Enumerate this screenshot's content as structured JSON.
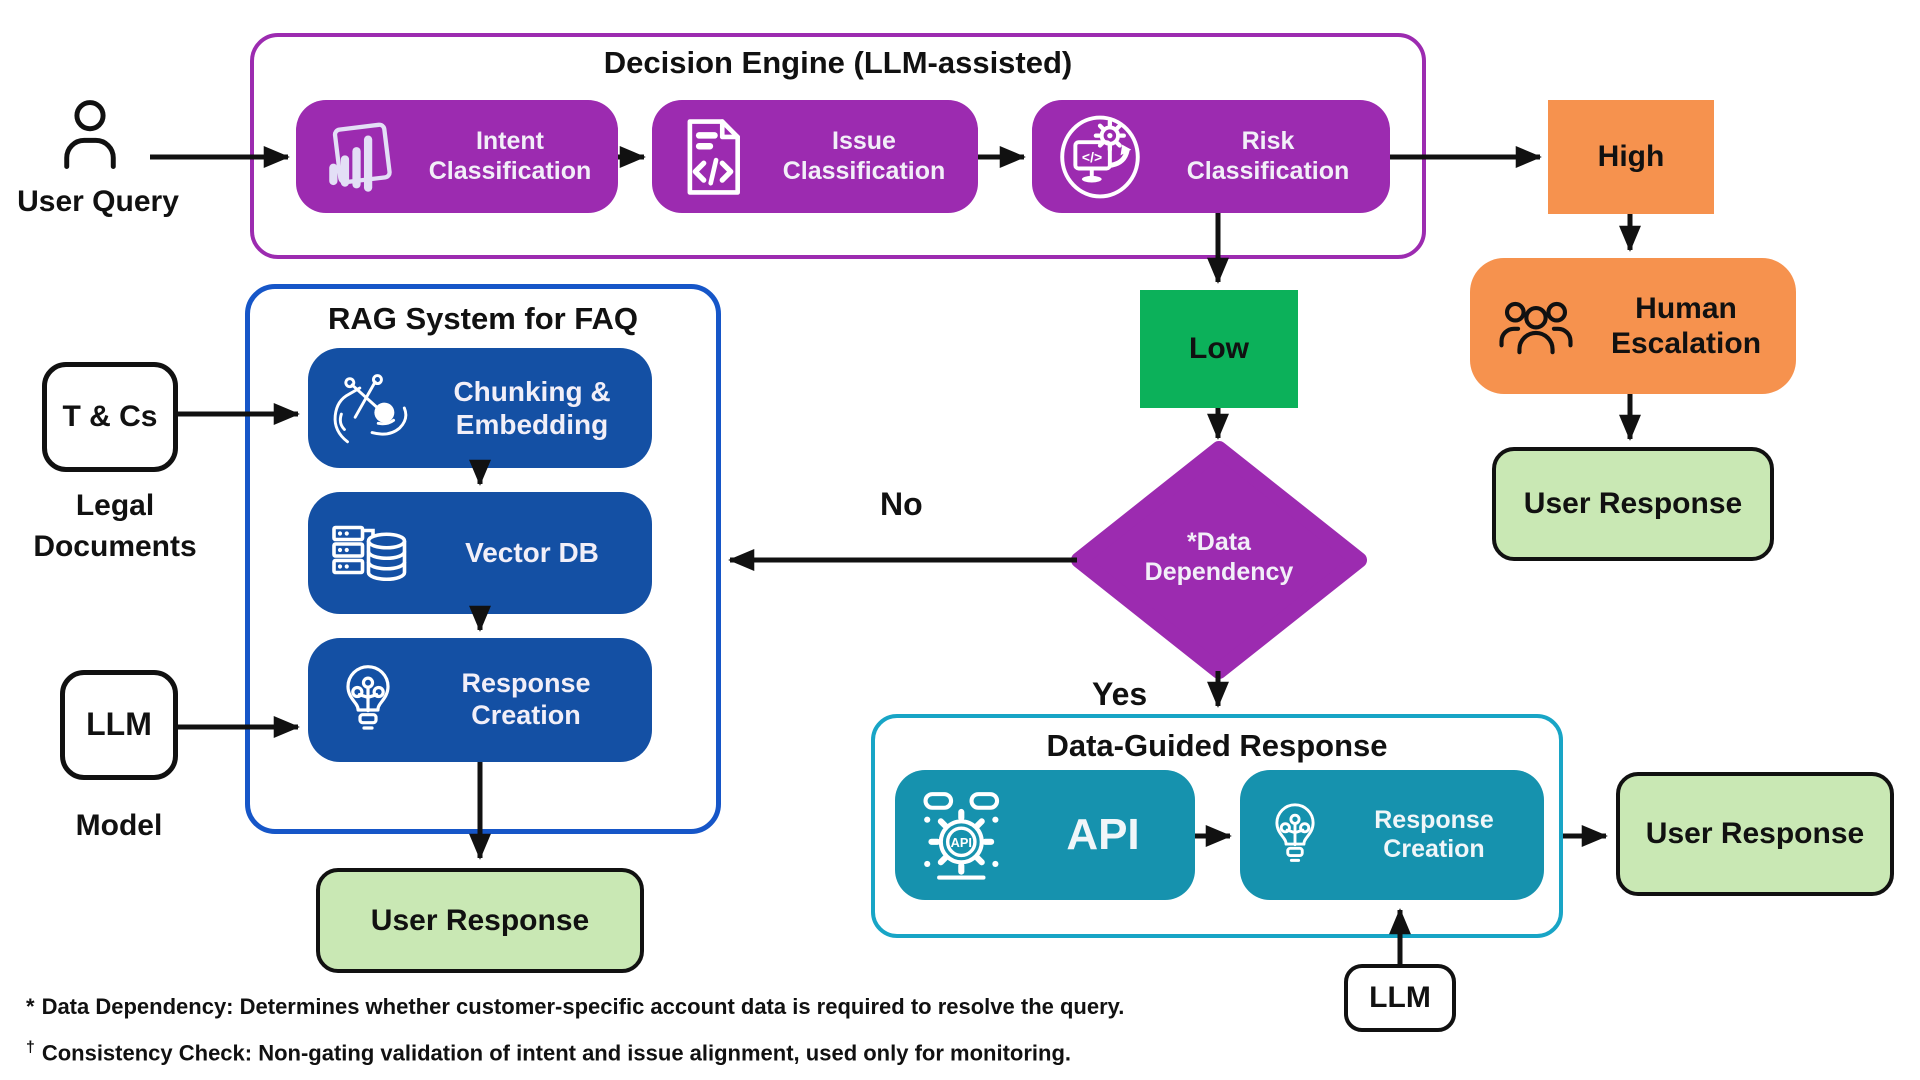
{
  "colors": {
    "purple": "#9C2BB0",
    "dark_blue": "#1450A4",
    "blue_border": "#1656C8",
    "teal": "#1692AE",
    "teal_border": "#18A5C6",
    "green": "#0CB15A",
    "light_green": "#C9E8B4",
    "orange": "#F6924E",
    "ink": "#111111",
    "icon_lavender": "#E3DFF6",
    "icon_white": "#FFFFFF"
  },
  "user_query": {
    "label": "User Query"
  },
  "decision_engine": {
    "title": "Decision Engine (LLM-assisted)",
    "intent_label": "Intent\nClassification",
    "issue_label": "Issue\nClassification",
    "risk_label": "Risk\nClassification"
  },
  "risk_outcomes": {
    "high_label": "High",
    "low_label": "Low"
  },
  "human_escalation": {
    "label": "Human\nEscalation"
  },
  "user_responses": {
    "right": "User Response",
    "left": "User Response",
    "bottom_right": "User Response"
  },
  "data_dependency": {
    "label": "*Data\nDependency",
    "no_label": "No",
    "yes_label": "Yes"
  },
  "rag_system": {
    "title": "RAG System for FAQ",
    "chunking_label": "Chunking &\nEmbedding",
    "vector_db_label": "Vector DB",
    "response_creation_label": "Response\nCreation"
  },
  "inputs": {
    "tcs_label": "T & Cs",
    "legal_documents_label": "Legal\nDocuments",
    "llm_label": "LLM",
    "model_label": "Model",
    "llm_bottom_label": "LLM"
  },
  "data_guided_response": {
    "title": "Data-Guided Response",
    "api_label": "API",
    "response_creation_label": "Response\nCreation"
  },
  "footnotes": {
    "f1_symbol": "*",
    "f1_text": "Data Dependency: Determines whether customer-specific account data is required to resolve the query.",
    "f2_symbol": "†",
    "f2_text": "Consistency Check: Non-gating validation of intent and issue alignment, used only for monitoring."
  },
  "icons": {
    "api_gear_text": "API",
    "risk_monitor_code": "</>",
    "names": [
      "user-icon",
      "bar-chart-frame-icon",
      "code-document-icon",
      "monitor-gear-icon",
      "people-icon",
      "scissors-hands-icon",
      "server-database-icon",
      "lightbulb-network-icon",
      "api-gear-icon"
    ]
  }
}
